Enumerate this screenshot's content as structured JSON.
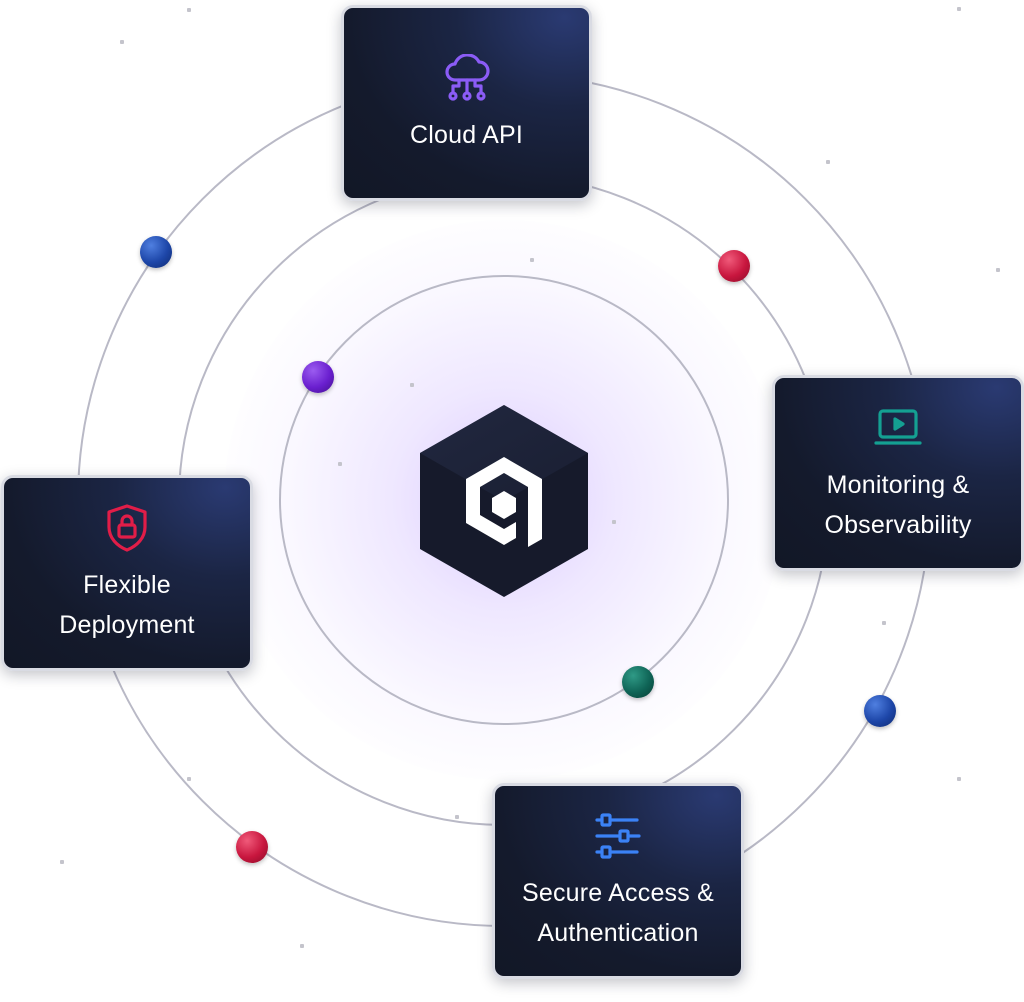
{
  "nodes": [
    {
      "id": "cloud-api",
      "label": "Cloud API",
      "icon": "cloud-network-icon",
      "icon_color": "#8b5cf6"
    },
    {
      "id": "monitoring",
      "label": "Monitoring & Observability",
      "icon": "laptop-play-icon",
      "icon_color": "#14a092"
    },
    {
      "id": "deployment",
      "label": "Flexible Deployment",
      "icon": "shield-lock-icon",
      "icon_color": "#e11d48"
    },
    {
      "id": "secure-access",
      "label": "Secure Access & Authentication",
      "icon": "sliders-icon",
      "icon_color": "#3b82f6"
    }
  ],
  "center": {
    "icon": "logo-cube-icon"
  },
  "colors": {
    "card_background": "#141a2c",
    "ring": "#b9b9c6",
    "glow": "#b08cff",
    "dot_blue": "#1d46a8",
    "dot_red": "#c8163e",
    "dot_purple": "#6a1fcf",
    "dot_teal": "#0f6456"
  }
}
